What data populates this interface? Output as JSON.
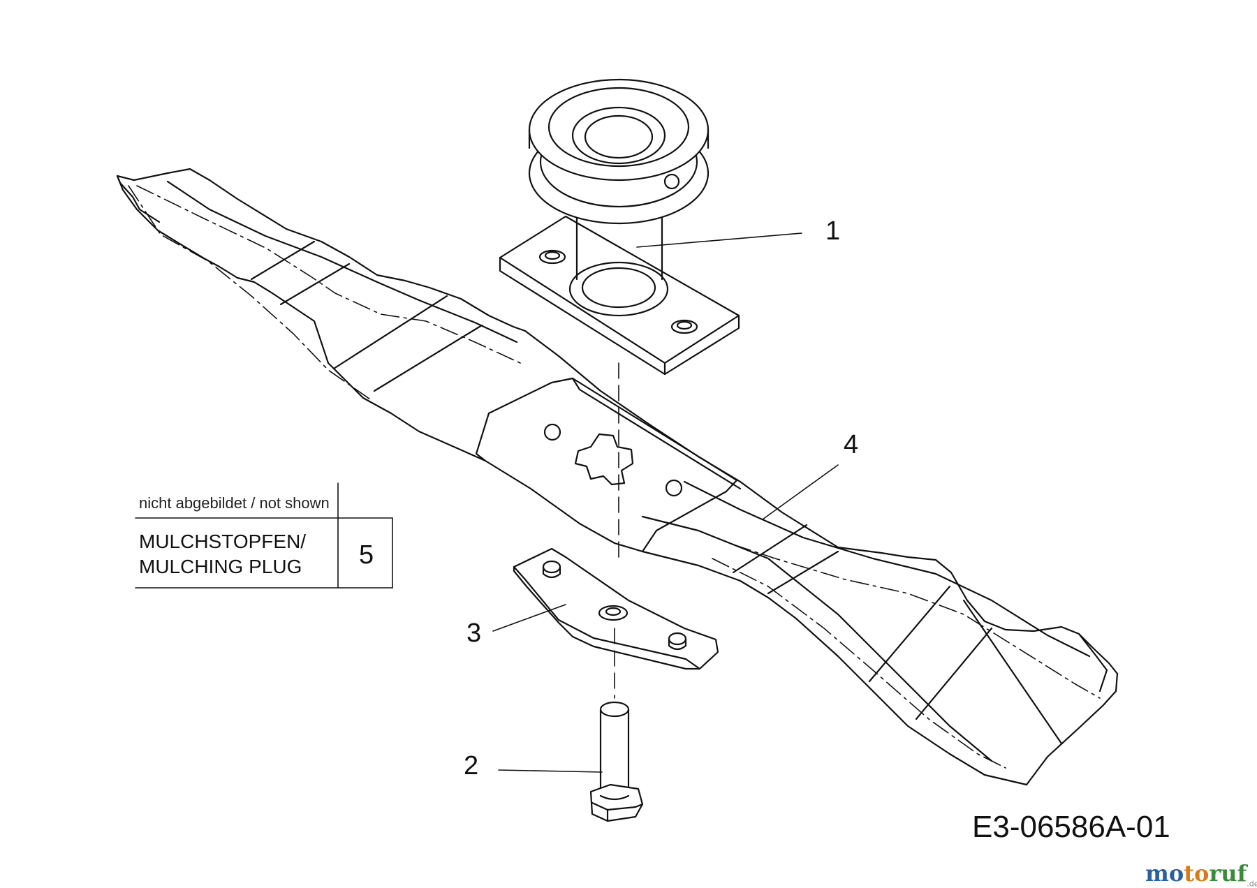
{
  "callouts": {
    "part1": "1",
    "part2": "2",
    "part3": "3",
    "part4": "4"
  },
  "note_table": {
    "header": "nicht abgebildet / not shown",
    "item_name_line1": "MULCHSTOPFEN/",
    "item_name_line2": "MULCHING PLUG",
    "item_number": "5"
  },
  "drawing_id": "E3-06586A-01",
  "watermark": {
    "part1": "mo",
    "part2": "to",
    "part3": "ruf",
    "suffix": ".de"
  }
}
